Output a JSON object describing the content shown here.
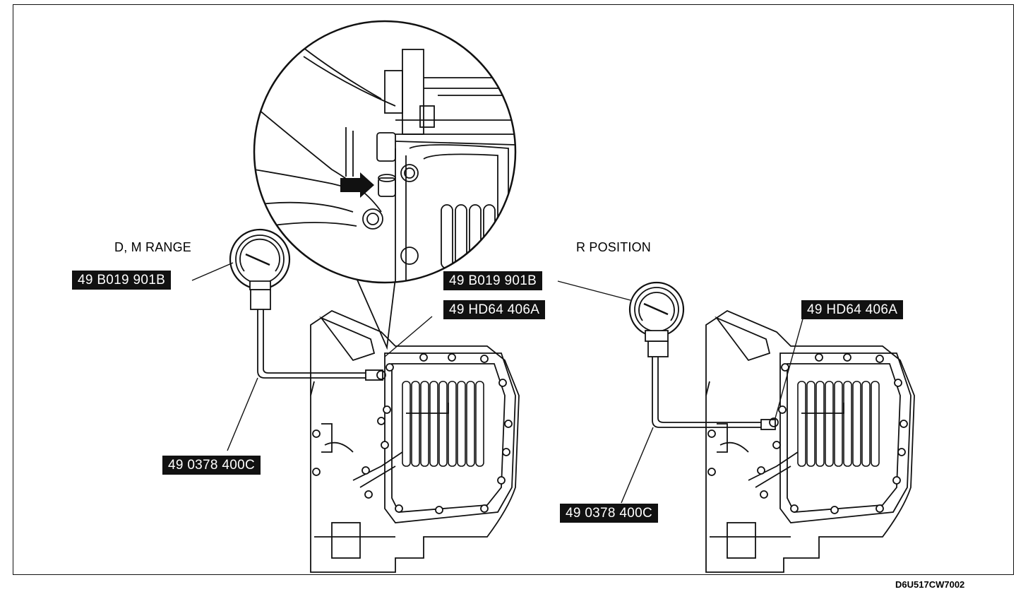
{
  "diagram": {
    "left_setup": {
      "heading": "D, M RANGE",
      "gauge_part": "49 B019 901B",
      "adapter_part": "49 HD64 406A",
      "hose_part": "49 0378 400C"
    },
    "right_setup": {
      "heading": "R POSITION",
      "gauge_part": "49 B019 901B",
      "adapter_part": "49 HD64 406A",
      "hose_part": "49 0378 400C"
    },
    "figure_code": "D6U517CW7002"
  }
}
